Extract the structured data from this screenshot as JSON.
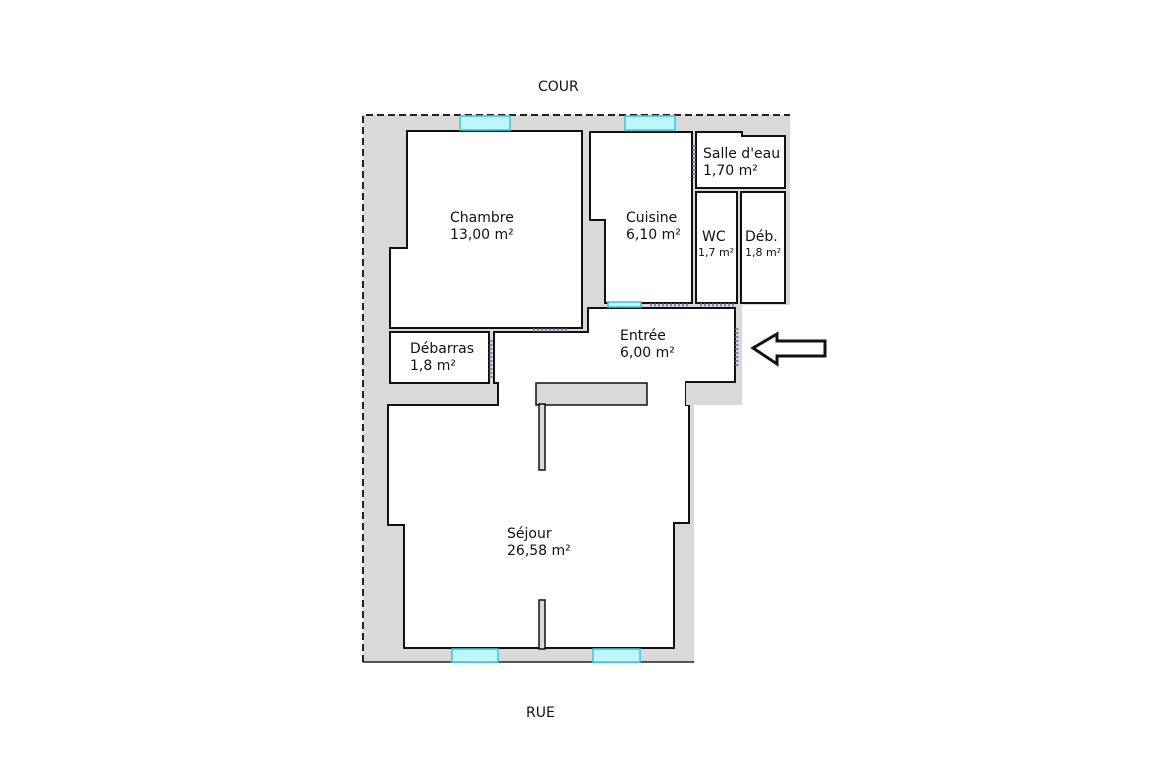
{
  "orientation": {
    "top": "COUR",
    "bottom": "RUE"
  },
  "rooms": [
    {
      "name": "Chambre",
      "area": "13,00 m²"
    },
    {
      "name": "Cuisine",
      "area": "6,10 m²"
    },
    {
      "name": "Salle d'eau",
      "area": "1,70 m²"
    },
    {
      "name": "WC",
      "area": "1,7 m²"
    },
    {
      "name": "Déb.",
      "area": "1,8 m²"
    },
    {
      "name": "Débarras",
      "area": "1,8 m²"
    },
    {
      "name": "Entrée",
      "area": "6,00 m²"
    },
    {
      "name": "Séjour",
      "area": "26,58 m²"
    }
  ],
  "colors": {
    "wall": "#d9d9d9",
    "window": "#6fe3ef",
    "outline": "#111111"
  }
}
